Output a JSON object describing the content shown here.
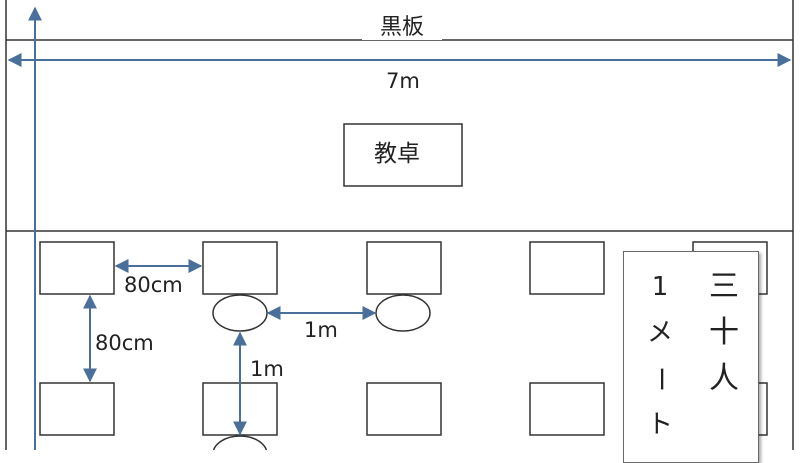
{
  "labels": {
    "blackboard": "黒板",
    "room_width": "7m",
    "teacher_desk": "教卓",
    "desk_gap_horizontal": "80cm",
    "desk_gap_vertical": "80cm",
    "chair_gap_horizontal": "1m",
    "chair_gap_vertical": "1m"
  },
  "note": {
    "column_left": "1メート",
    "column_right": "三十人"
  },
  "colors": {
    "line": "#333333",
    "arrow": "#4a6f9b",
    "note_border": "#6a6a6a"
  }
}
